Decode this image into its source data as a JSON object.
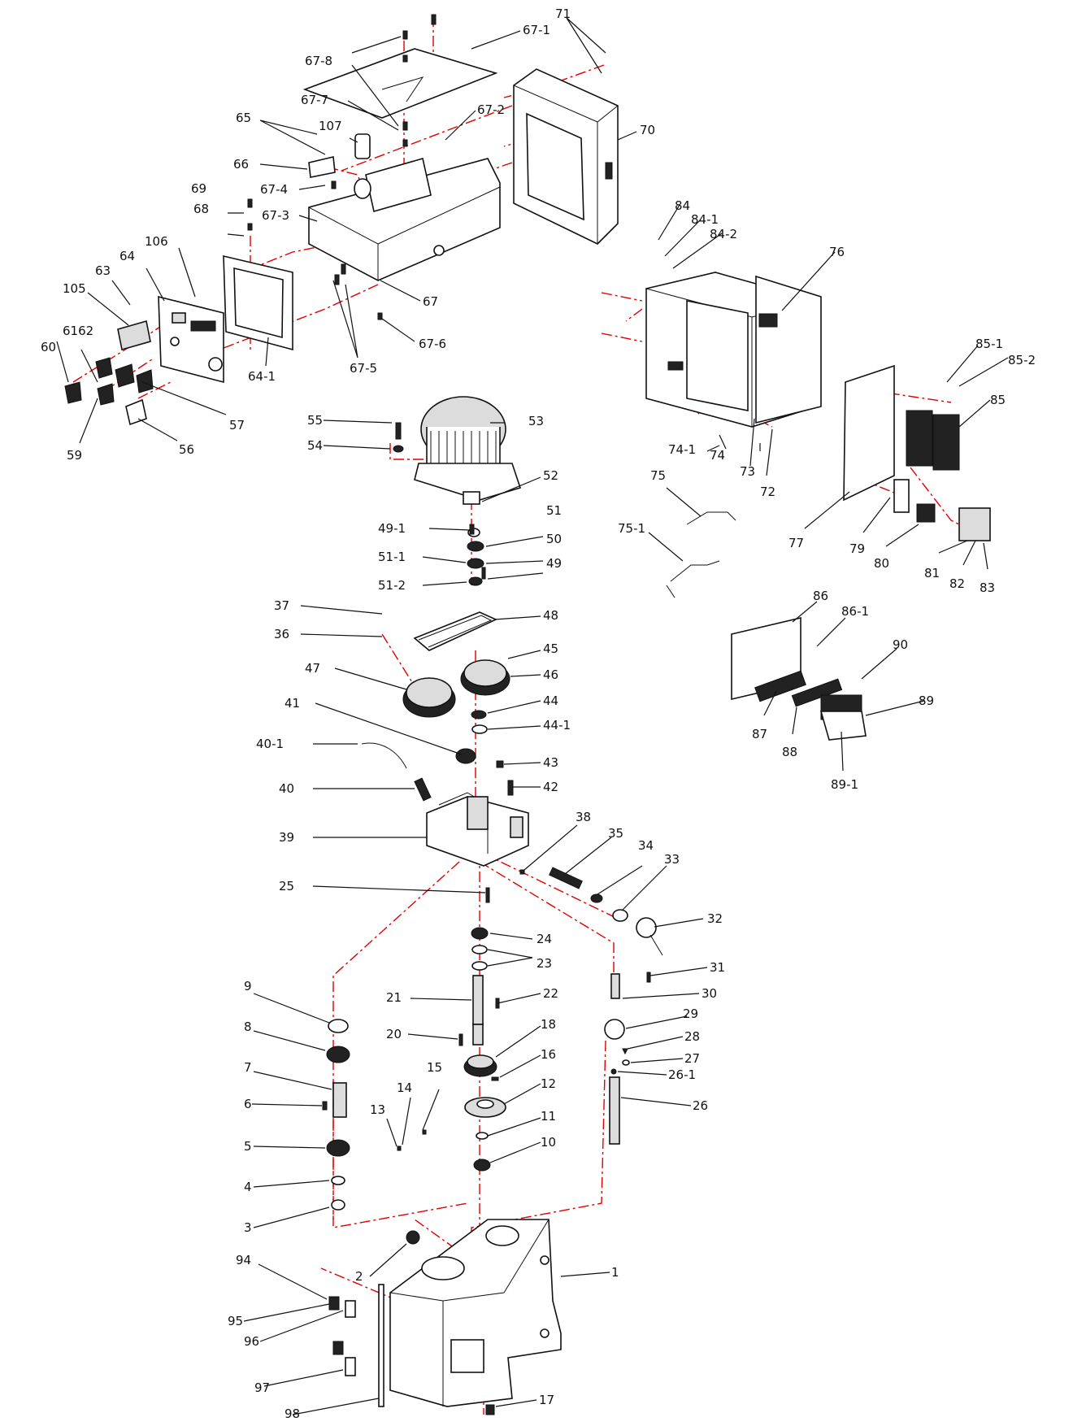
{
  "labels": {
    "l1": "1",
    "l2": "2",
    "l3": "3",
    "l4": "4",
    "l5": "5",
    "l6": "6",
    "l7": "7",
    "l8": "8",
    "l9": "9",
    "l10": "10",
    "l11": "11",
    "l12": "12",
    "l13": "13",
    "l14": "14",
    "l15": "15",
    "l16": "16",
    "l17": "17",
    "l18": "18",
    "l20": "20",
    "l21": "21",
    "l22": "22",
    "l23": "23",
    "l24": "24",
    "l25": "25",
    "l26": "26",
    "l26_1": "26-1",
    "l27": "27",
    "l28": "28",
    "l29": "29",
    "l30": "30",
    "l31": "31",
    "l32": "32",
    "l33": "33",
    "l34": "34",
    "l35": "35",
    "l36": "36",
    "l37": "37",
    "l38": "38",
    "l39": "39",
    "l40": "40",
    "l40_1": "40-1",
    "l41": "41",
    "l42": "42",
    "l43": "43",
    "l44": "44",
    "l44_1": "44-1",
    "l45": "45",
    "l46": "46",
    "l47": "47",
    "l48": "48",
    "l49": "49",
    "l49_1": "49-1",
    "l50": "50",
    "l51": "51",
    "l51_1": "51-1",
    "l51_2": "51-2",
    "l52": "52",
    "l53": "53",
    "l54": "54",
    "l55": "55",
    "l56": "56",
    "l57": "57",
    "l59": "59",
    "l60": "60",
    "l6162": "6162",
    "l63": "63",
    "l64": "64",
    "l64_1": "64-1",
    "l65": "65",
    "l66": "66",
    "l67": "67",
    "l67_1": "67-1",
    "l67_2": "67-2",
    "l67_3": "67-3",
    "l67_4": "67-4",
    "l67_5": "67-5",
    "l67_6": "67-6",
    "l67_7": "67-7",
    "l67_8": "67-8",
    "l68": "68",
    "l69": "69",
    "l70": "70",
    "l71": "71",
    "l72": "72",
    "l73": "73",
    "l74": "74",
    "l74_1": "74-1",
    "l75": "75",
    "l75_1": "75-1",
    "l76": "76",
    "l77": "77",
    "l79": "79",
    "l80": "80",
    "l81": "81",
    "l82": "82",
    "l83": "83",
    "l84": "84",
    "l84_1": "84-1",
    "l84_2": "84-2",
    "l85": "85",
    "l85_1": "85-1",
    "l85_2": "85-2",
    "l86": "86",
    "l86_1": "86-1",
    "l87": "87",
    "l88": "88",
    "l89": "89",
    "l89_1": "89-1",
    "l90": "90",
    "l94": "94",
    "l95": "95",
    "l96": "96",
    "l97": "97",
    "l98": "98",
    "l105": "105",
    "l106": "106",
    "l107": "107",
    "l84b": "84",
    "l63b": "63",
    "l66b": "66"
  },
  "colors": {
    "leader": "#111111",
    "assembly_centerline": "#e00000",
    "background": "#ffffff"
  }
}
